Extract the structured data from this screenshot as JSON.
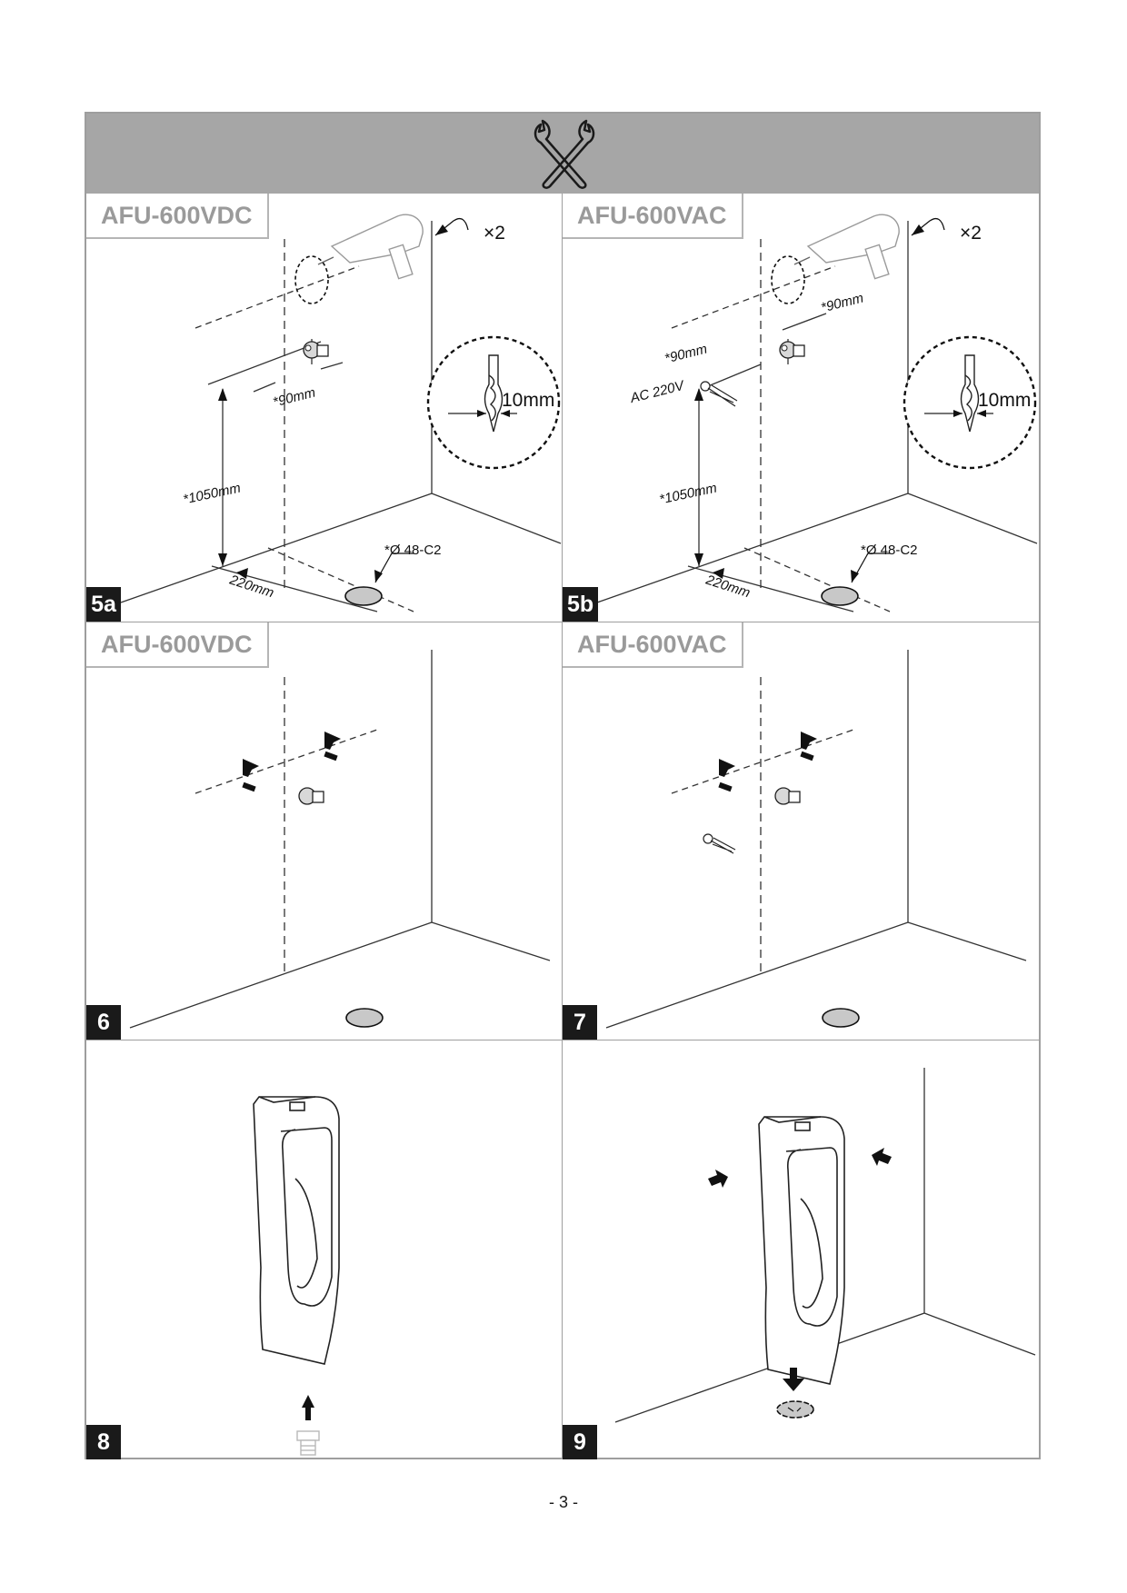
{
  "panels": [
    {
      "id": "5a",
      "step": "5a",
      "model": "AFU-600VDC",
      "quantity": "×2",
      "height": "*1050mm",
      "offset": "*90mm",
      "floor_offset": "220mm",
      "drain": "*Ø 48-C2",
      "drill": "10mm"
    },
    {
      "id": "5b",
      "step": "5b",
      "model": "AFU-600VAC",
      "quantity": "×2",
      "height": "*1050mm",
      "offset_upper": "*90mm",
      "offset_lower": "*90mm",
      "floor_offset": "220mm",
      "drain": "*Ø 48-C2",
      "drill": "10mm",
      "power": "AC 220V"
    },
    {
      "id": "6",
      "step": "6",
      "model": "AFU-600VDC"
    },
    {
      "id": "7",
      "step": "7",
      "model": "AFU-600VAC"
    },
    {
      "id": "8",
      "step": "8"
    },
    {
      "id": "9",
      "step": "9"
    }
  ],
  "header_icon": "crossed-wrenches-icon",
  "page_number": "- 3 -"
}
